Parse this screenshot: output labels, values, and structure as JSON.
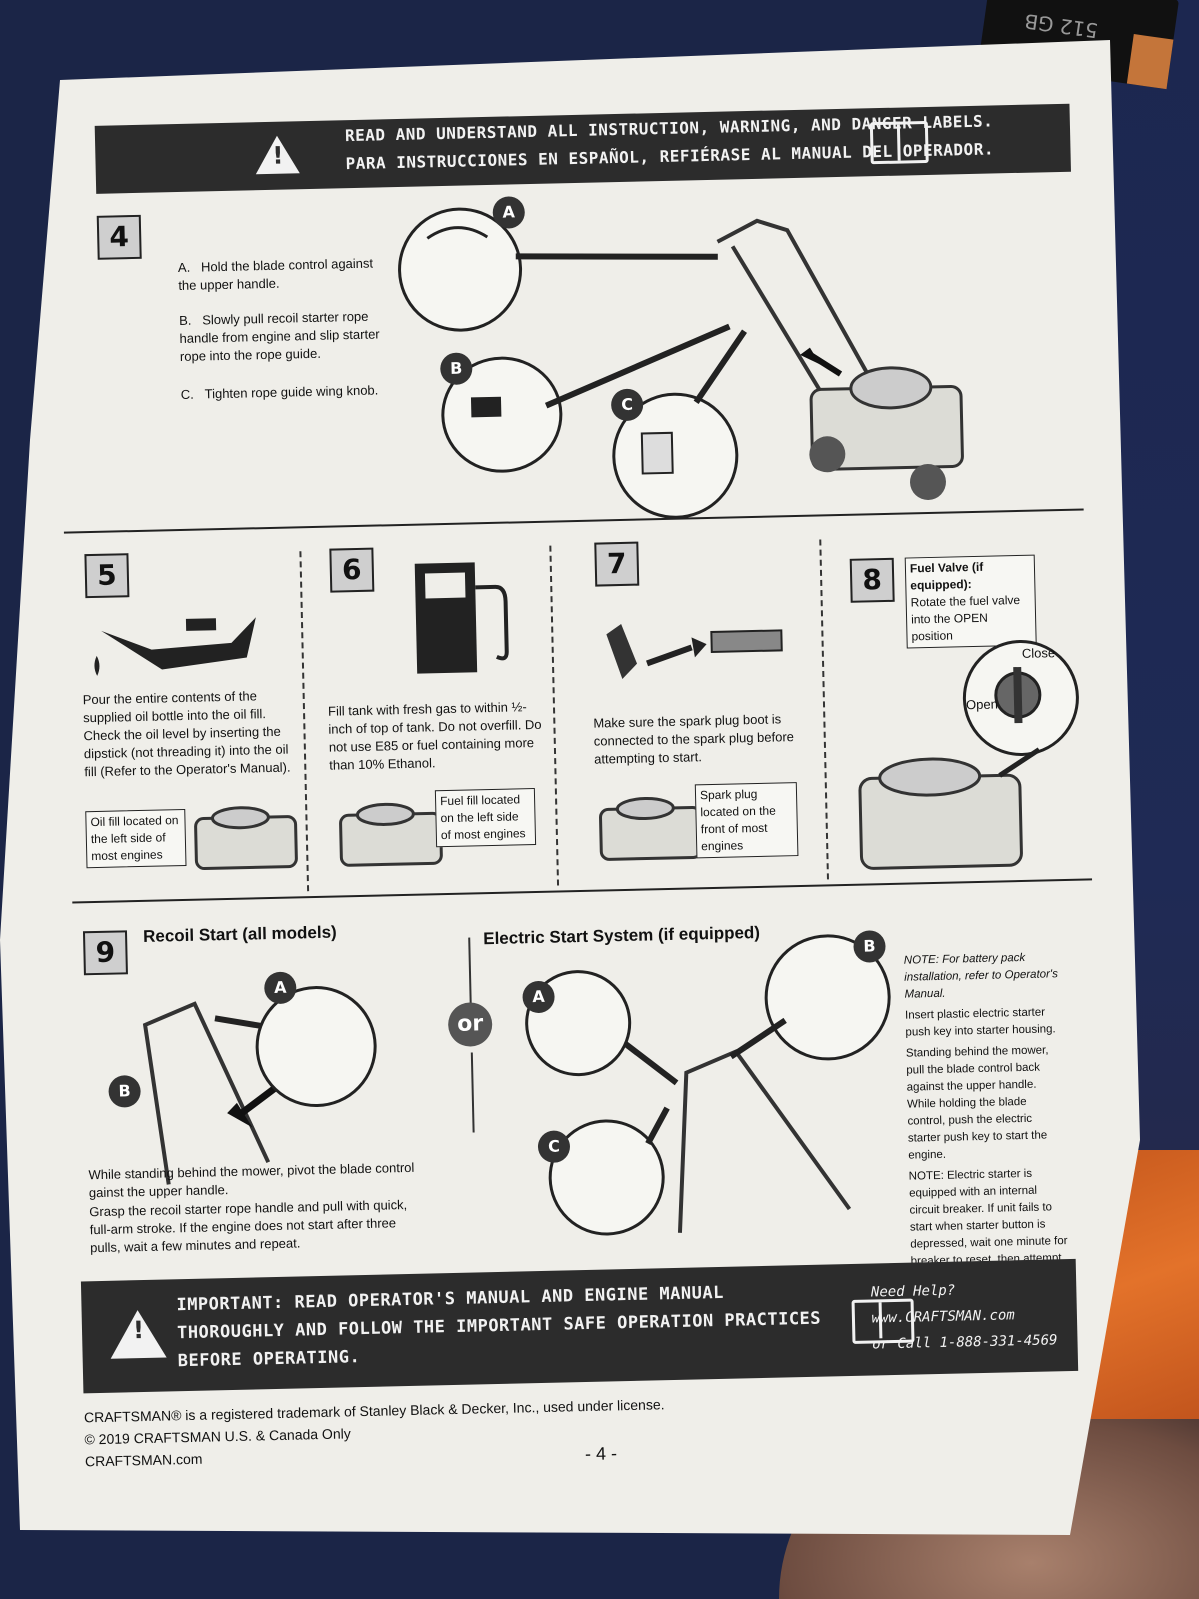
{
  "header": {
    "line1": "READ AND UNDERSTAND ALL INSTRUCTION, WARNING, AND DANGER LABELS.",
    "line2": "PARA INSTRUCCIONES EN ESPAÑOL, REFIÉRASE AL MANUAL DEL OPERADOR."
  },
  "step4": {
    "number": "4",
    "items": [
      {
        "letter": "A.",
        "text": "Hold the blade control against the upper handle."
      },
      {
        "letter": "B.",
        "text": "Slowly pull recoil starter rope handle from engine and slip starter rope into the rope guide."
      },
      {
        "letter": "C.",
        "text": "Tighten rope guide wing knob."
      }
    ],
    "callouts": [
      "A",
      "B",
      "C"
    ]
  },
  "step5": {
    "number": "5",
    "text": "Pour the entire contents of the supplied oil bottle into the oil fill. Check the oil level by inserting the dipstick (not threading it) into the oil fill (Refer to the Operator's Manual).",
    "box": "Oil fill located on the left side of most engines"
  },
  "step6": {
    "number": "6",
    "text": "Fill tank with fresh gas to within ½-inch of top of tank. Do not overfill. Do not use E85 or fuel containing more than 10% Ethanol.",
    "box": "Fuel fill located on the left side of most engines"
  },
  "step7": {
    "number": "7",
    "text": "Make sure the spark plug boot is connected to the spark plug before attempting to start.",
    "box": "Spark plug located on the front of most engines"
  },
  "step8": {
    "number": "8",
    "box_title": "Fuel Valve (if equipped):",
    "box_text": "Rotate the fuel valve into the OPEN position",
    "close_label": "Close",
    "open_label": "Open"
  },
  "step9": {
    "number": "9",
    "recoil_title": "Recoil Start (all models)",
    "recoil_text1": "While standing behind the mower, pivot the blade control gainst the upper handle.",
    "recoil_text2": "Grasp the recoil starter rope handle and pull with quick, full-arm stroke. If the engine does not start after three pulls, wait a few minutes and repeat.",
    "or_label": "or",
    "electric_title": "Electric Start System (if equipped)",
    "notes": [
      "NOTE: For battery pack installation, refer to Operator's Manual.",
      "Insert plastic electric starter push key into starter housing.",
      "Standing behind the mower, pull the blade control back against the upper handle. While holding the blade control, push the electric starter push key to start the engine.",
      "NOTE: Electric starter is equipped with an internal circuit breaker. If unit fails to start when starter button is depressed, wait one minute for breaker to reset, then attempt to start again."
    ]
  },
  "important": {
    "line1": "IMPORTANT: READ OPERATOR'S MANUAL AND ENGINE MANUAL",
    "line2": "THOROUGHLY AND FOLLOW THE IMPORTANT SAFE OPERATION PRACTICES",
    "line3": "BEFORE OPERATING.",
    "help_title": "Need Help?",
    "help_url": "www.CRAFTSMAN.com",
    "help_phone": "or Call 1-888-331-4569"
  },
  "footer": {
    "trademark": "CRAFTSMAN® is a registered trademark of Stanley Black & Decker, Inc., used under license.",
    "copyright": "© 2019 CRAFTSMAN U.S. & Canada Only",
    "site": "CRAFTSMAN.com",
    "page": "- 4 -"
  },
  "sd_card": "512 GB"
}
